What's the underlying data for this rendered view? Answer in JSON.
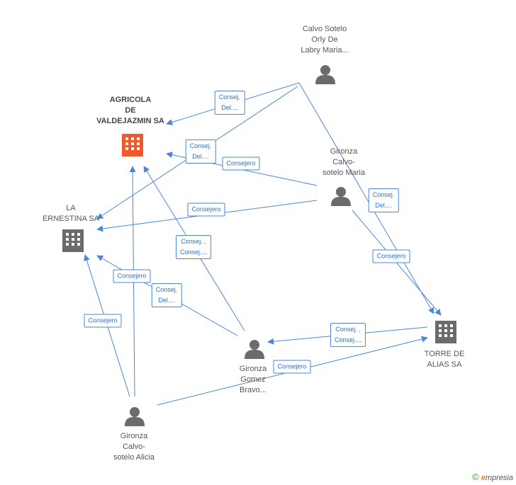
{
  "colors": {
    "edge": "#4a86d9",
    "company_main": "#f05a28",
    "company": "#6b6b6b",
    "person": "#6b6b6b"
  },
  "nodes": [
    {
      "id": "agricola",
      "kind": "company",
      "main": true,
      "icon": "building-icon",
      "lines": [
        "AGRICOLA",
        "DE",
        "VALDEJAZMIN SA"
      ]
    },
    {
      "id": "ernestina",
      "kind": "company",
      "icon": "building-icon",
      "lines": [
        "LA",
        "ERNESTINA SA"
      ]
    },
    {
      "id": "torre",
      "kind": "company",
      "icon": "building-icon",
      "lines": [
        "TORRE DE",
        "ALIAS SA"
      ]
    },
    {
      "id": "calvo_sotelo",
      "kind": "person",
      "icon": "person-icon",
      "lines": [
        "Calvo Sotelo",
        "Orly De",
        "Labry Maria..."
      ]
    },
    {
      "id": "gironza_maria",
      "kind": "person",
      "icon": "person-icon",
      "lines": [
        "Gironza",
        "Calvo-",
        "sotelo Maria"
      ]
    },
    {
      "id": "gironza_gomez",
      "kind": "person",
      "icon": "person-icon",
      "lines": [
        "Gironza",
        "Gomez",
        "Bravo..."
      ]
    },
    {
      "id": "gironza_alicia",
      "kind": "person",
      "icon": "person-icon",
      "lines": [
        "Gironza",
        "Calvo-",
        "sotelo Alicia"
      ]
    }
  ],
  "edge_labels": [
    {
      "id": "l1",
      "lines": [
        "Consej.",
        "Del...."
      ]
    },
    {
      "id": "l2",
      "lines": [
        "Consej.",
        "Del...."
      ]
    },
    {
      "id": "l3",
      "lines": [
        "Consejero"
      ]
    },
    {
      "id": "l4",
      "lines": [
        "Consej.",
        "Del...."
      ]
    },
    {
      "id": "l5",
      "lines": [
        "Consejero"
      ]
    },
    {
      "id": "l6",
      "lines": [
        "Consejero"
      ]
    },
    {
      "id": "l7",
      "lines": [
        "Consej. ,",
        "Consej...."
      ]
    },
    {
      "id": "l8",
      "lines": [
        "Consejero"
      ]
    },
    {
      "id": "l9",
      "lines": [
        "Consej.",
        "Del...."
      ]
    },
    {
      "id": "l10",
      "lines": [
        "Consejero"
      ]
    },
    {
      "id": "l11",
      "lines": [
        "Consej. ,",
        "Consej...."
      ]
    },
    {
      "id": "l12",
      "lines": [
        "Consejero"
      ]
    }
  ],
  "watermark": {
    "copyright": "©",
    "brand_initial": "e",
    "brand_rest": "mpresia"
  }
}
